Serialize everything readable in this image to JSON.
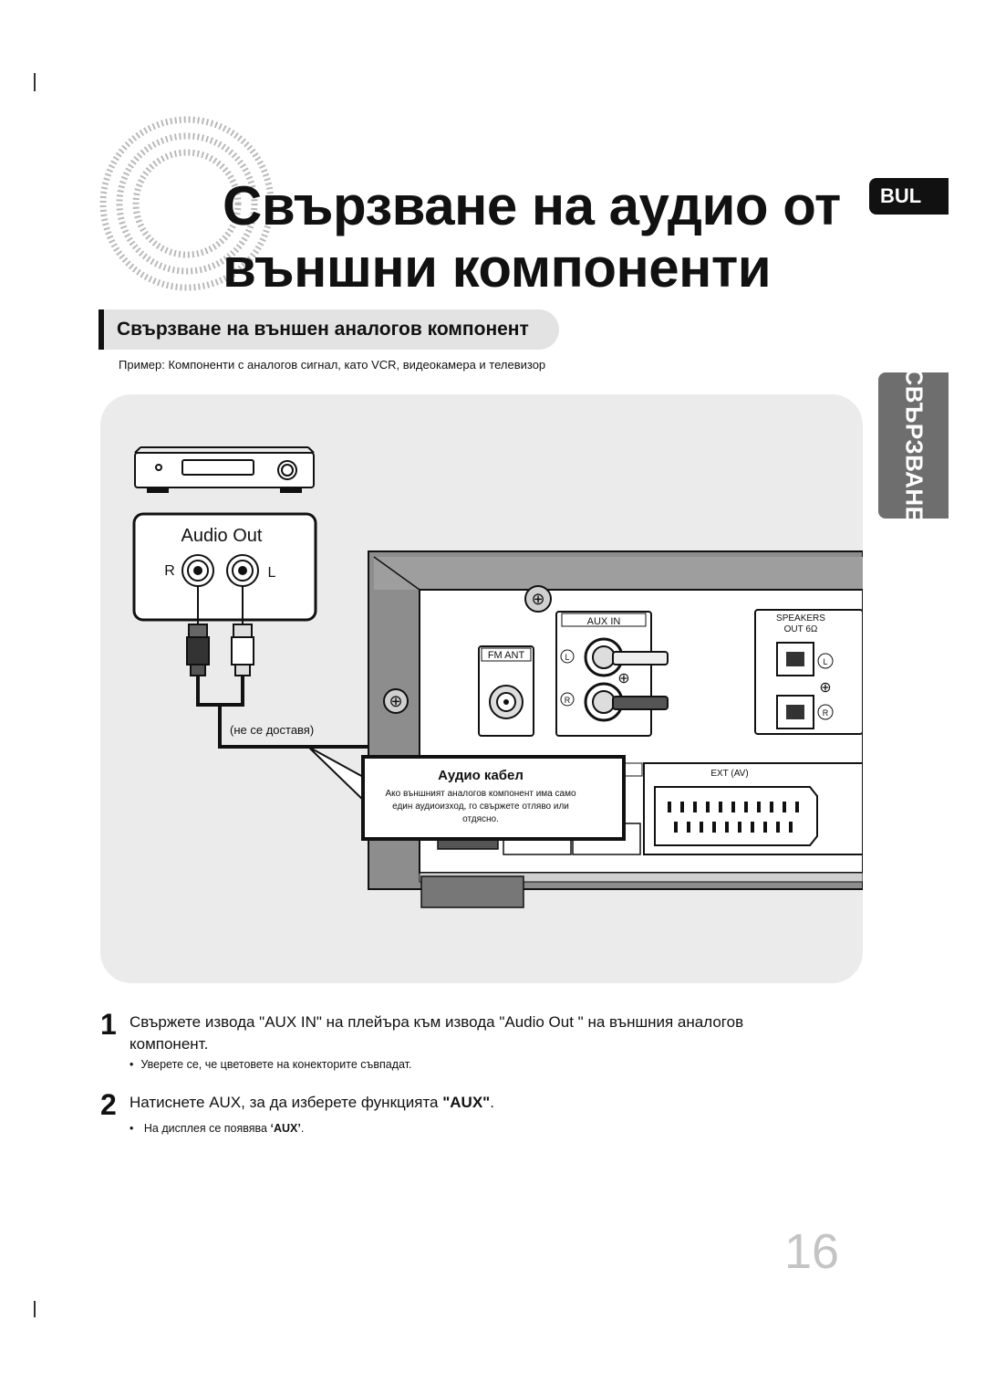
{
  "page": {
    "title_line1": "Свързване на аудио от",
    "title_line2": "външни компоненти",
    "language_badge": "BUL",
    "side_tab": "СВЪРЗВАНЕ",
    "page_number": "16"
  },
  "section": {
    "heading": "Свързване на външен аналогов компонент",
    "example": "Пример: Компоненти с аналогов сигнал, като VCR, видеокамера и телевизор"
  },
  "diagram": {
    "audio_out_label": "Audio Out",
    "right_label": "R",
    "left_label": "L",
    "not_supplied": "(не се доставя)",
    "aux_in_label": "AUX IN",
    "fm_ant_label": "FM ANT",
    "speakers_label_1": "SPEAKERS",
    "speakers_label_2": "OUT 6Ω",
    "ext_av_label": "EXT (AV)",
    "callout_title": "Аудио кабел",
    "callout_line1": "Ако външният аналогов компонент има само",
    "callout_line2": "един аудиоизход, го свържете отляво или",
    "callout_line3": "отдясно.",
    "jack_l": "L",
    "jack_r": "R",
    "spk_l": "L",
    "spk_r": "R"
  },
  "steps": [
    {
      "number": "1",
      "text_line1": "Свържете извода \"AUX IN\" на  плейъра към извода \"Audio Out \" на външния аналогов",
      "text_line2": "компонент.",
      "note": "Уверете се, че цветовете на конекторите съвпадат."
    },
    {
      "number": "2",
      "text_before": "Натиснете AUX, за да изберете функцията ",
      "text_bold": "\"AUX\"",
      "text_after": ".",
      "note_before": "На дисплея се появява ",
      "note_bold": "‘AUX’",
      "note_after": "."
    }
  ]
}
